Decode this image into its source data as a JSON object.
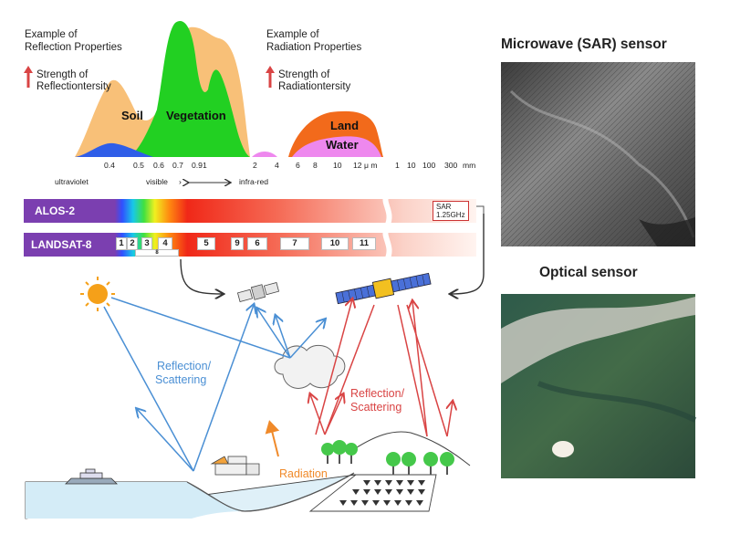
{
  "reflection_title_line1": "Example of",
  "reflection_title_line2": "Reflection Properties",
  "reflection_strength_line1": "Strength of",
  "reflection_strength_line2": "Reflectiontersity",
  "radiation_title_line1": "Example of",
  "radiation_title_line2": "Radiation Properties",
  "radiation_strength_line1": "Strength of",
  "radiation_strength_line2": "Radiationtersity",
  "curve_labels": {
    "soil": "Soil",
    "vegetation": "Vegetation",
    "land": "Land",
    "water": "Water"
  },
  "wavelength_ticks": [
    "0.4",
    "0.5",
    "0.6",
    "0.7",
    "0.91",
    "2",
    "4",
    "6",
    "8",
    "10",
    "12",
    "μ m",
    "1",
    "10",
    "100",
    "300",
    "mm"
  ],
  "regions": {
    "ultraviolet": "ultraviolet",
    "visible": "visible",
    "infrared": "infra-red"
  },
  "alos": {
    "name": "ALOS-2",
    "sar_line1": "SAR",
    "sar_line2": "1.25GHz"
  },
  "landsat": {
    "name": "LANDSAT-8",
    "bands": [
      "1",
      "2",
      "3",
      "4",
      "8",
      "5",
      "9",
      "6",
      "7",
      "10",
      "11"
    ]
  },
  "scene_labels": {
    "reflection_left_line1": "Reflection/",
    "reflection_left_line2": "Scattering",
    "reflection_right_line1": "Reflection/",
    "reflection_right_line2": "Scattering",
    "radiation": "Radiation"
  },
  "right_panel": {
    "microwave_title": "Microwave (SAR) sensor",
    "optical_title": "Optical sensor"
  },
  "colors": {
    "soil": "#f8c078",
    "vegetation": "#22d022",
    "land": "#f26a1b",
    "water": "#ee88ee",
    "sensor_band": "#7b3fb0",
    "reflect_arrow": "#4a8fd4",
    "radiation_arrow": "#d94444",
    "orange_arrow": "#f08a2a",
    "sun": "#f5a019"
  }
}
